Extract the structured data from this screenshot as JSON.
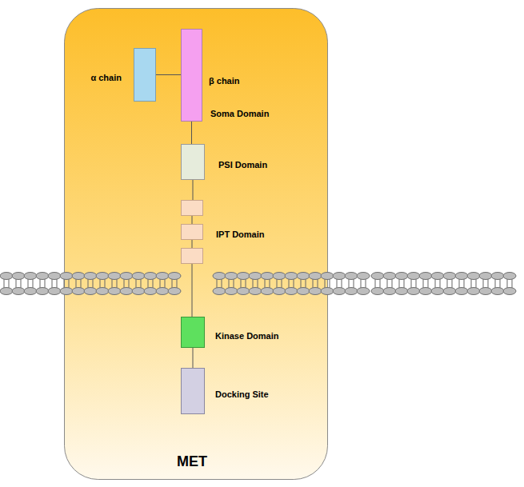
{
  "diagram": {
    "nodes": [
      {
        "text": [
          "MET"
        ]
      },
      {
        "text": [
          "α chain"
        ],
        "in": 0
      },
      {
        "text": [
          "β chain",
          "Soma Domain"
        ],
        "in": 0
      },
      {
        "text": [
          "PSI Domain"
        ],
        "in": 0
      },
      {
        "text": [
          "IPT Domain"
        ],
        "in": 0
      },
      {
        "text": [
          "Kinase Domain"
        ],
        "in": 0
      },
      {
        "text": [
          "Docking Site"
        ],
        "in": 0
      }
    ],
    "edges": [
      {
        "from": 1,
        "to": 2,
        "arrow": "none"
      },
      {
        "from": 2,
        "to": 3,
        "arrow": "none"
      },
      {
        "from": 3,
        "to": 4,
        "arrow": "none"
      },
      {
        "from": 4,
        "to": 5,
        "arrow": "none"
      },
      {
        "from": 5,
        "to": 6,
        "arrow": "none"
      }
    ]
  }
}
